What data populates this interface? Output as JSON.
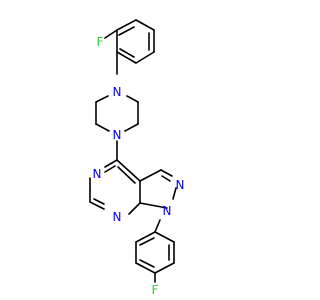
{
  "colors": {
    "bond": "#000000",
    "nitrogen": "#0000ff",
    "fluorine": "#33cc33",
    "background": "#ffffff"
  },
  "atom_labels": {
    "f_top": "F",
    "n_pip_top": "N",
    "n_pip_bottom": "N",
    "n_pyrim_upper": "N",
    "n_pyrim_lower": "N",
    "n_pyrazole_2": "N",
    "n_pyrazole_1": "N",
    "f_bottom": "F"
  }
}
